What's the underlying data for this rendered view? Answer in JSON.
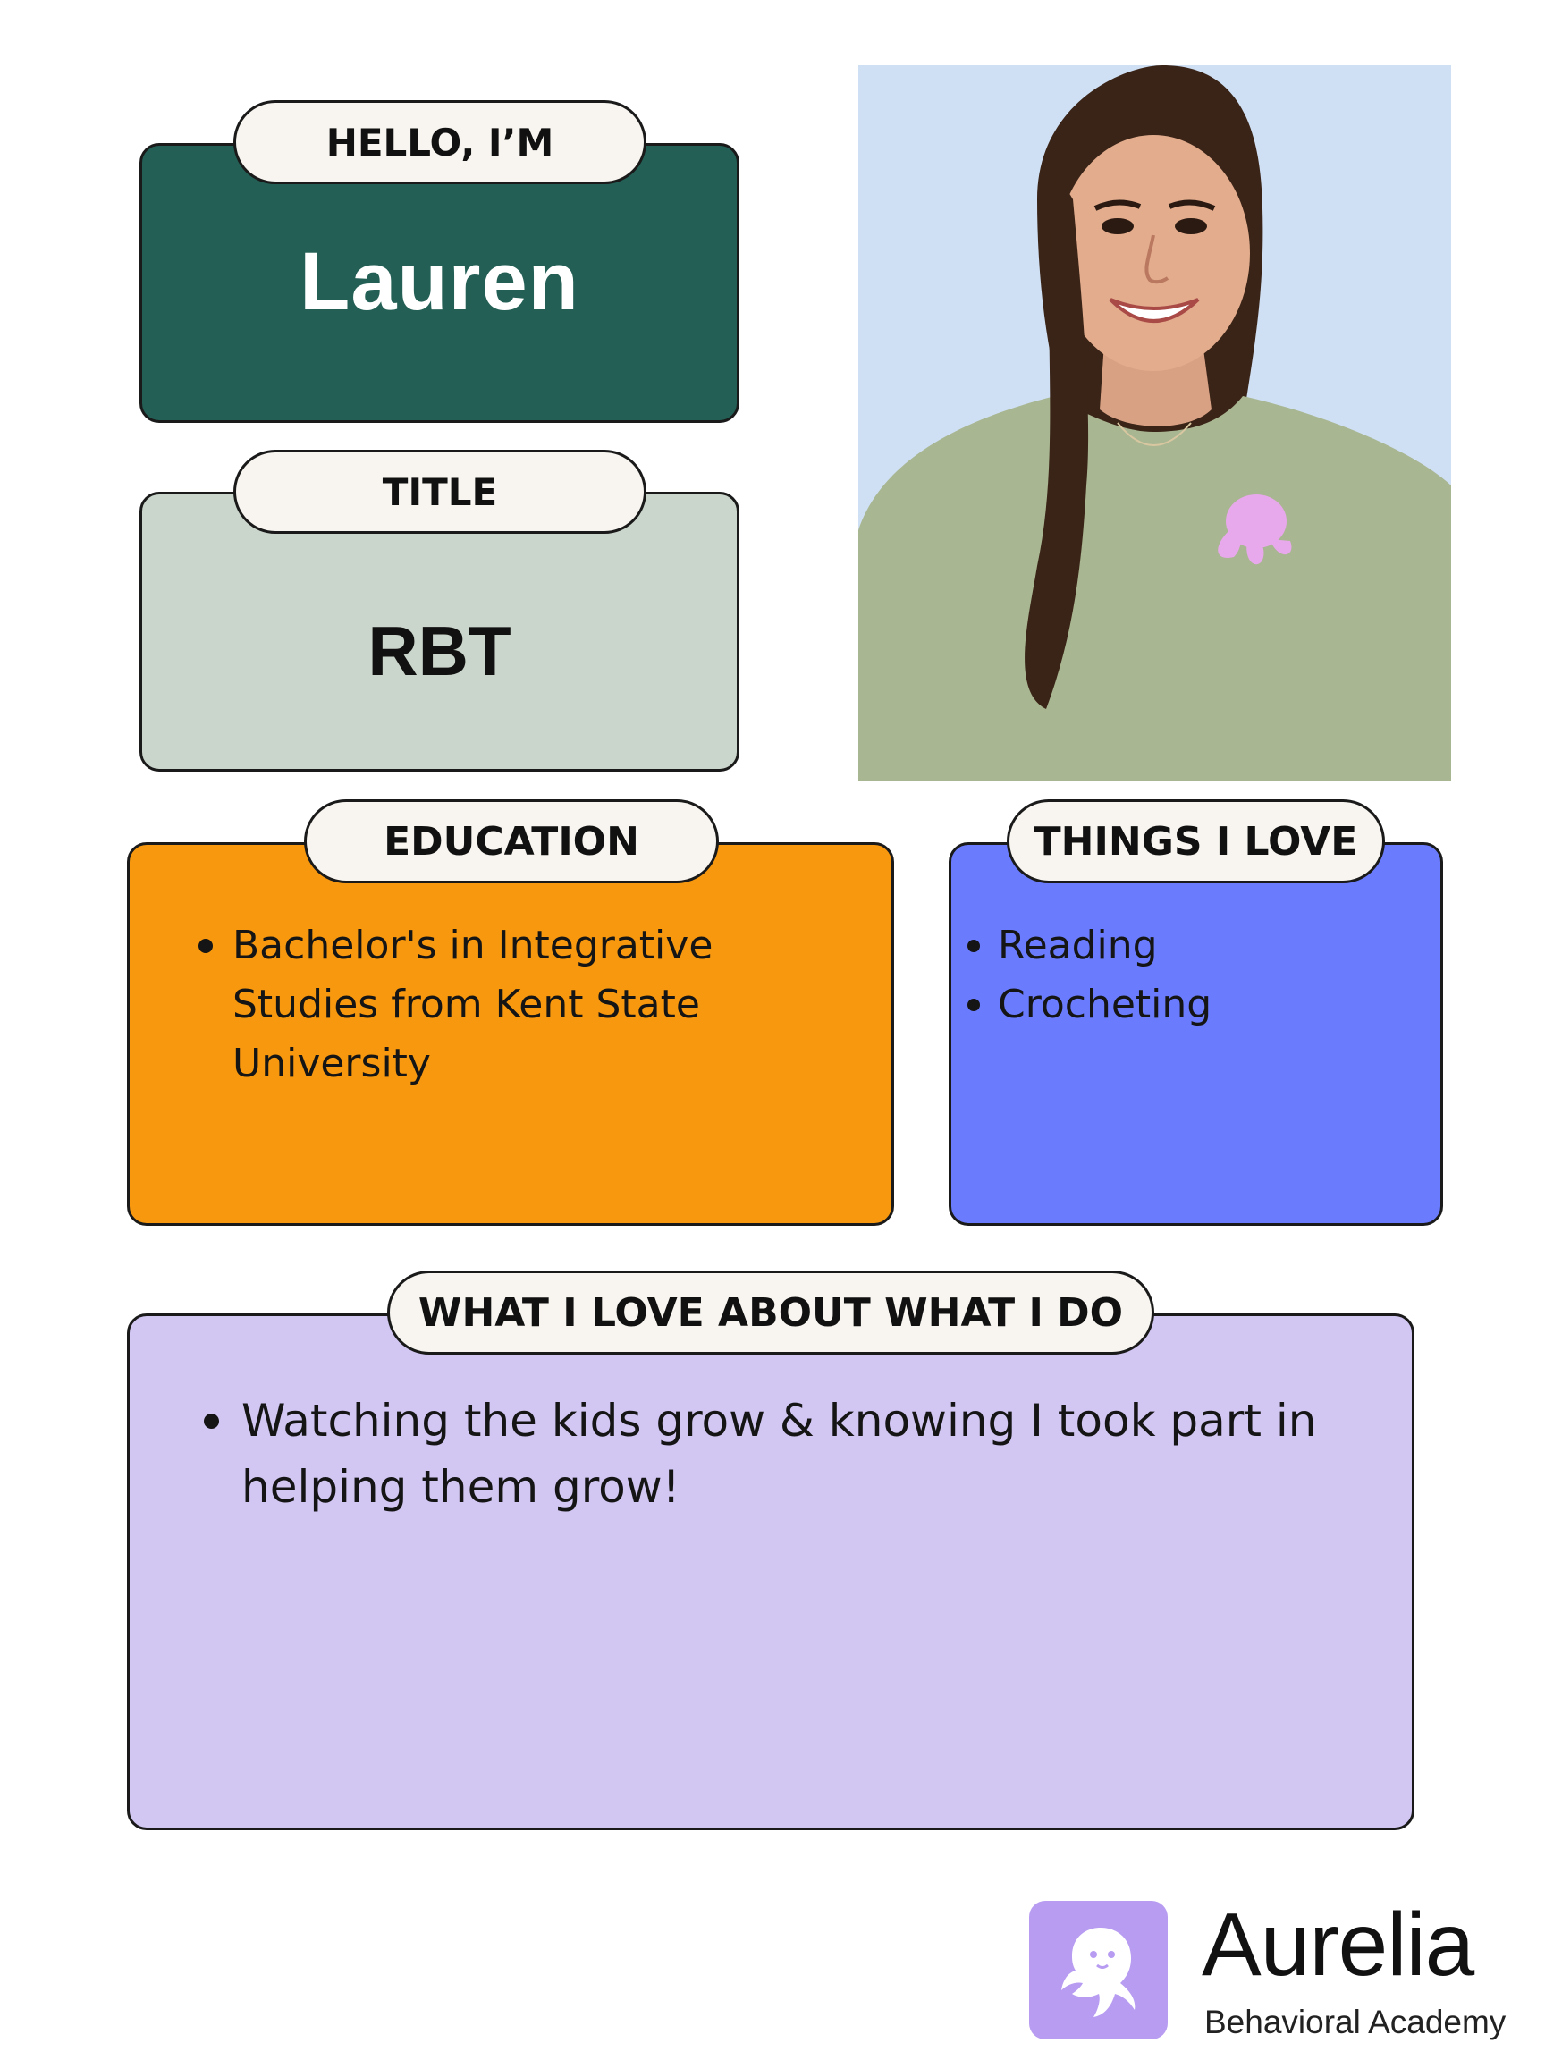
{
  "hello": {
    "pill_label": "HELLO, I’M",
    "name": "Lauren"
  },
  "title": {
    "pill_label": "TITLE",
    "value": "RBT"
  },
  "education": {
    "pill_label": "EDUCATION",
    "items": [
      "Bachelor's in Integrative Studies from Kent State University"
    ]
  },
  "things_i_love": {
    "pill_label": "THINGS I LOVE",
    "items": [
      "Reading",
      "Crocheting"
    ]
  },
  "what_i_love": {
    "pill_label": "WHAT I LOVE ABOUT WHAT I DO",
    "items": [
      "Watching the kids grow & knowing I took part in helping them grow!"
    ]
  },
  "brand": {
    "name": "Aurelia",
    "tagline": "Behavioral Academy",
    "icon": "octopus-icon"
  },
  "colors": {
    "hello_card": "#235f55",
    "title_card": "#cad5cb",
    "education_card": "#f7980f",
    "love_card": "#6a7cfd",
    "what_card": "#d2c6f2",
    "pill_bg": "#f8f5f0",
    "logo_purple": "#b79cf1",
    "photo_bg": "#cfe0f4",
    "shirt": "#a9b692"
  }
}
